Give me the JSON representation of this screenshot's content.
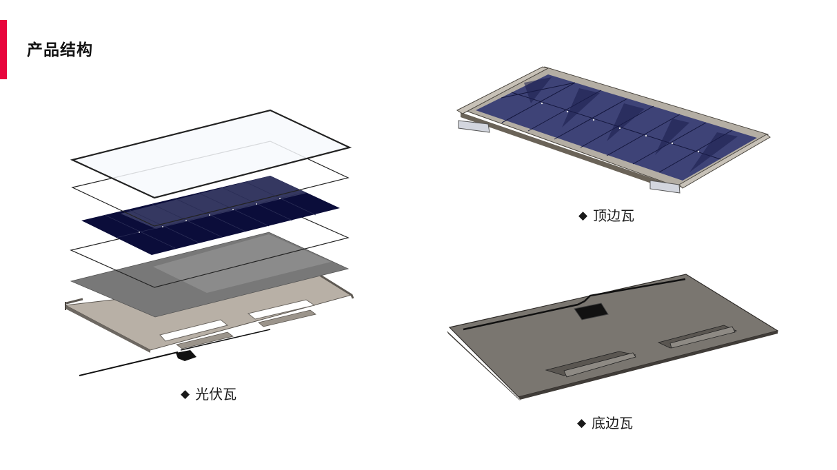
{
  "header": {
    "title": "产品结构",
    "accent_color": "#e8053c"
  },
  "figures": [
    {
      "id": "pv-tile",
      "caption": "光伏瓦",
      "bullet": "◆",
      "description": "Exploded view of photovoltaic tile: glass cover, encapsulant film, solar cell string, encapsulant film, backsheet, metal tray with junction box and cable"
    },
    {
      "id": "top-edge-tile",
      "caption": "顶边瓦",
      "bullet": "◆",
      "description": "Assembled top edge tile with 2x8 solar cells in a metal frame with side rails and mounting brackets"
    },
    {
      "id": "bottom-edge-tile",
      "caption": "底边瓦",
      "bullet": "◆",
      "description": "Underside of bottom edge tile showing junction box recess, cable channel and two mounting rails"
    }
  ],
  "colors": {
    "cell_dark": "#0b0d3a",
    "cell_light": "#3a3d66",
    "backsheet": "#777777",
    "tray": "#b8b0a6",
    "bottom_tile": "#7a7670"
  }
}
